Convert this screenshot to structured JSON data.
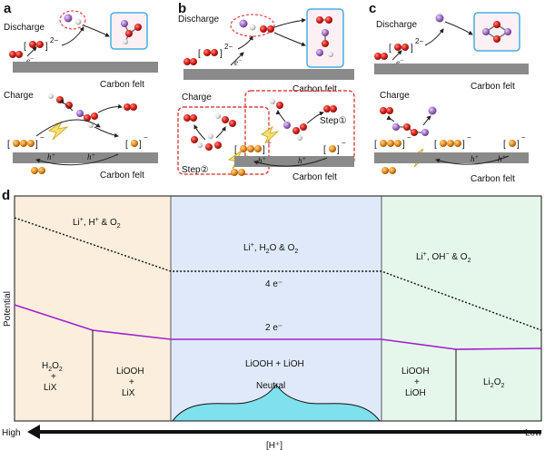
{
  "colors": {
    "oxygen": "#d8201a",
    "lithium": "#a070c8",
    "hydrogen": "#e4e4e4",
    "iodine": "#e8901c",
    "electrode": "#8a8a8a",
    "highlight_box": "#48aee0",
    "step_box": "#d82020",
    "acid_region": "#fbeedc",
    "neutral_region": "#dfe9fa",
    "alkaline_region": "#e5f7ea",
    "neutral_bump": "#7fe0ee",
    "two_electron_line": "#a020d0",
    "four_electron_line": "#111111"
  },
  "icons": {
    "molecule": "ball-and-stick",
    "electron_transfer": "curved-arrow",
    "light": "lightning-bolt",
    "axis_arrow": "arrow-left"
  },
  "panels": {
    "a": {
      "letter": "a",
      "discharge": "Discharge",
      "charge": "Charge",
      "electrode": "Carbon felt",
      "electrode_charge": "Carbon felt",
      "electron": "e",
      "electron_sup": "−",
      "superscript": "2−",
      "h_plus": "h",
      "minus": "−"
    },
    "b": {
      "letter": "b",
      "discharge": "Discharge",
      "charge": "Charge",
      "electrode": "Carbon felt",
      "electrode_charge": "Carbon felt",
      "electron": "e",
      "electron_sup": "−",
      "superscript": "2−",
      "step1": "Step①",
      "step2": "Step②",
      "h_plus": "h",
      "minus": "−"
    },
    "c": {
      "letter": "c",
      "discharge": "Discharge",
      "charge": "Charge",
      "electrode": "Carbon felt",
      "electrode_charge": "Carbon felt",
      "electron": "e",
      "electron_sup": "−",
      "superscript": "2−",
      "h_plus": "h",
      "minus": "−"
    }
  },
  "chart_data": {
    "type": "diagram",
    "panel_letter": "d",
    "ylabel": "Potential",
    "xlabel": "[H⁺]",
    "x_high": "High",
    "x_low": "Low",
    "regions": [
      {
        "id": "acid",
        "label_top_parts": [
          "Li",
          "+",
          ", H",
          "+",
          " & O",
          "2"
        ]
      },
      {
        "id": "neutral",
        "label_top_parts": [
          "Li",
          "+",
          ", H",
          "2",
          "O & O",
          "2"
        ]
      },
      {
        "id": "alkaline",
        "label_top_parts": [
          "Li",
          "+",
          ", OH",
          "−",
          " & O",
          "2"
        ]
      }
    ],
    "four_electron_label": "4 e⁻",
    "two_electron_label": "2 e⁻",
    "products": [
      {
        "id": "h2o2-lix",
        "lines": [
          "H2O2",
          "+",
          "LiX"
        ]
      },
      {
        "id": "liooh-lix",
        "lines": [
          "LiOOH",
          "+",
          "LiX"
        ]
      },
      {
        "id": "liooh-lioh",
        "lines": [
          "LiOOH + LiOH"
        ]
      },
      {
        "id": "liooh-lioh-alk",
        "lines": [
          "LiOOH",
          "+",
          "LiOH"
        ]
      },
      {
        "id": "li2o2",
        "lines": [
          "Li2O2"
        ]
      }
    ],
    "neutral_label": "Neutral"
  }
}
